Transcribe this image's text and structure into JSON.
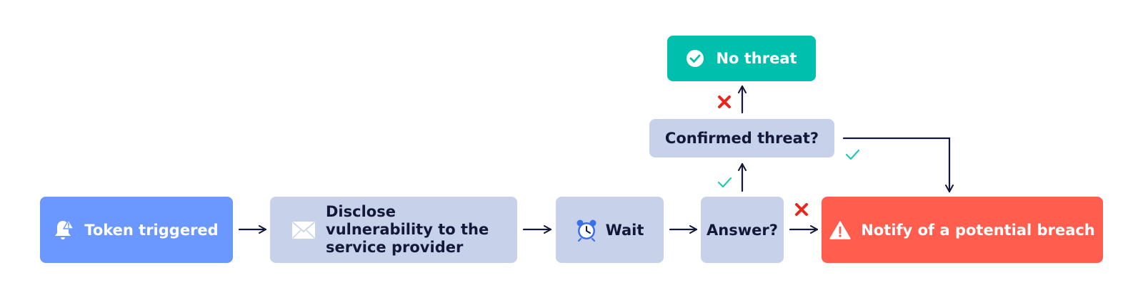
{
  "nodes": {
    "token_triggered": {
      "label": "Token triggered",
      "icon": "bell-alert-icon"
    },
    "disclose": {
      "label": "Disclose vulnerability to the service provider",
      "icon": "envelope-icon"
    },
    "wait": {
      "label": "Wait",
      "icon": "alarm-clock-icon"
    },
    "answer": {
      "label": "Answer?"
    },
    "confirmed_threat": {
      "label": "Confirmed threat?"
    },
    "no_threat": {
      "label": "No threat",
      "icon": "check-circle-icon"
    },
    "notify": {
      "label": "Notify of a potential breach",
      "icon": "warning-triangle-icon"
    }
  },
  "edges": [
    {
      "from": "token_triggered",
      "to": "disclose"
    },
    {
      "from": "disclose",
      "to": "wait"
    },
    {
      "from": "wait",
      "to": "answer"
    },
    {
      "from": "answer",
      "to": "confirmed_threat",
      "condition": "yes",
      "marker": "check-icon"
    },
    {
      "from": "answer",
      "to": "notify",
      "condition": "no",
      "marker": "cross-icon"
    },
    {
      "from": "confirmed_threat",
      "to": "no_threat",
      "condition": "no",
      "marker": "cross-icon"
    },
    {
      "from": "confirmed_threat",
      "to": "notify",
      "condition": "yes",
      "marker": "check-icon"
    }
  ],
  "colors": {
    "start_node": "#6b98ff",
    "step_node": "#c8d1ea",
    "success_node": "#00bfad",
    "alert_node": "#ff5e4e",
    "text_dark": "#131838",
    "arrow": "#131838",
    "check_mark": "#22c9b0",
    "cross_mark": "#e8261c"
  }
}
